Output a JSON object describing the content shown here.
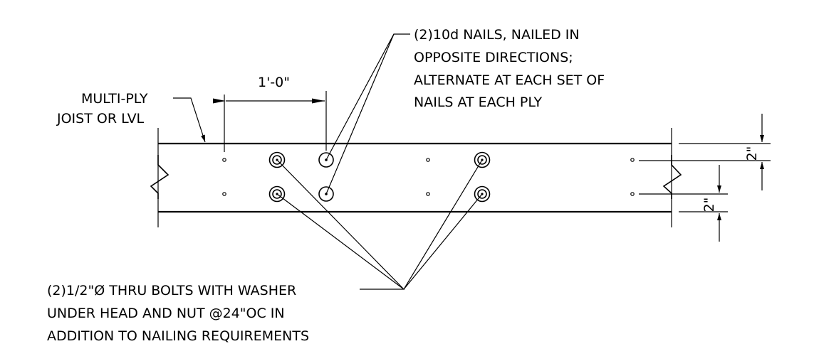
{
  "labels": {
    "member_line1": "MULTI-PLY",
    "member_line2": "JOIST OR LVL",
    "nails_line1": "(2)10d NAILS, NAILED IN",
    "nails_line2": "OPPOSITE DIRECTIONS;",
    "nails_line3": "ALTERNATE AT EACH SET OF",
    "nails_line4": "NAILS AT EACH PLY",
    "bolts_line1": "(2)1/2\"Ø THRU BOLTS WITH WASHER",
    "bolts_line2": "UNDER HEAD AND NUT @24\"OC IN",
    "bolts_line3": "ADDITION TO NAILING REQUIREMENTS"
  },
  "dimensions": {
    "nail_spacing": "1'-0\"",
    "top_edge": "2\"",
    "bottom_edge": "2\""
  }
}
